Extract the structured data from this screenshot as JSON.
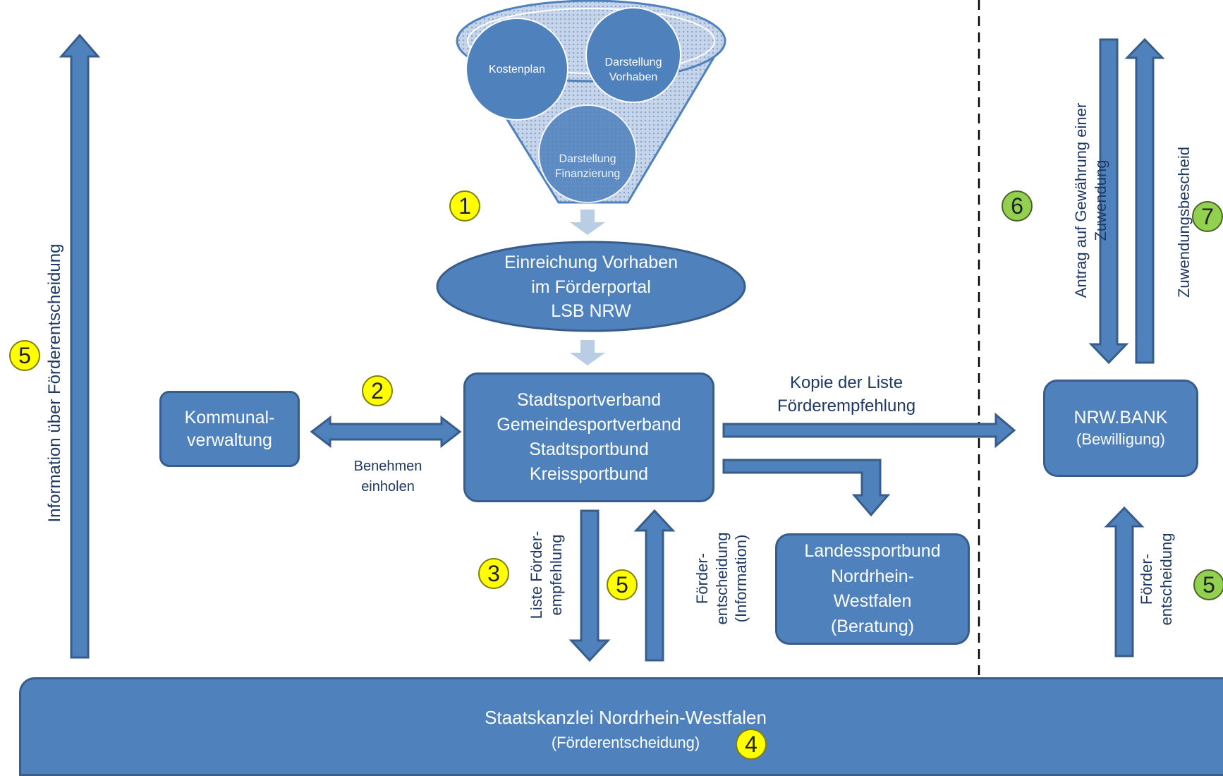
{
  "colors": {
    "box_fill": "#4f81bd",
    "box_border": "#385d8a",
    "label_text": "#1f3864",
    "badge_yellow": "#ffff00",
    "badge_green": "#92d050",
    "connector_light": "#b9cde5"
  },
  "funnel": {
    "kostenplan": "Kostenplan",
    "darstellung_vorhaben": "Darstellung\nVorhaben",
    "darstellung_finanzierung": "Darstellung\nFinanzierung"
  },
  "einreichung": {
    "line1": "Einreichung Vorhaben",
    "line2": "im Förderportal",
    "line3": "LSB NRW"
  },
  "kommunal": {
    "line1": "Kommunal-",
    "line2": "verwaltung"
  },
  "benehmen": {
    "line1": "Benehmen",
    "line2": "einholen"
  },
  "verband": {
    "line1": "Stadtsportverband",
    "line2": "Gemeindesportverband",
    "line3": "Stadtsportbund",
    "line4": "Kreissportbund"
  },
  "kopie": {
    "line1": "Kopie der Liste",
    "line2": "Förderempfehlung"
  },
  "nrwbank": {
    "line1": "NRW.BANK",
    "line2": "(Bewilligung)"
  },
  "landessportbund": {
    "line1": "Landessportbund",
    "line2": "Nordrhein-",
    "line3": "Westfalen",
    "line4": "(Beratung)"
  },
  "staatskanzlei": {
    "line1": "Staatskanzlei Nordrhein-Westfalen",
    "line2": "(Förderentscheidung)"
  },
  "vertical_labels": {
    "information": "Information  über  Förderentscheidung",
    "liste_line1": "Liste Förder-",
    "liste_line2": "empfehlung",
    "foerder_info_line1": "Förder-",
    "foerder_info_line2": "entscheidung",
    "foerder_info_line3": "(Information)",
    "antrag_line1": "Antrag auf Gewährung einer",
    "antrag_line2": "Zuwendung",
    "zuwendungsbescheid": "Zuwendungsbescheid",
    "foerder_right_line1": "Förder-",
    "foerder_right_line2": "entscheidung"
  },
  "badges": {
    "b1": "1",
    "b2": "2",
    "b3": "3",
    "b4": "4",
    "b5_left": "5",
    "b5_center": "5",
    "b5_right": "5",
    "b6": "6",
    "b7": "7"
  }
}
